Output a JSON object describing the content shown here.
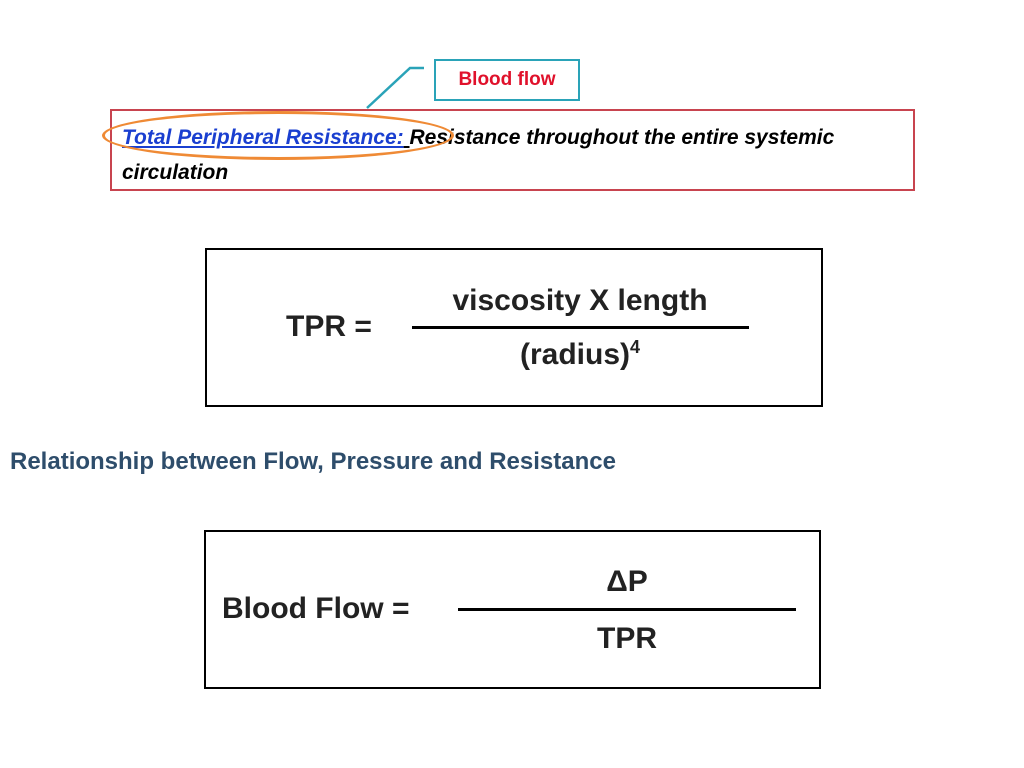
{
  "callout": {
    "label": "Blood flow"
  },
  "definition": {
    "term": "Total Peripheral Resistance:",
    "text": "Resistance throughout the entire systemic circulation"
  },
  "formula_tpr": {
    "lhs": "TPR =",
    "numerator": "viscosity X length",
    "denominator": "(radius)",
    "exponent": "4"
  },
  "heading": "Relationship between Flow, Pressure and Resistance",
  "formula_flow": {
    "lhs": "Blood Flow =",
    "numerator": "ΔP",
    "denominator": "TPR"
  },
  "colors": {
    "callout_border": "#2aa3b8",
    "callout_text": "#e0112b",
    "definition_border": "#c8444f",
    "term_text": "#1a3fd0",
    "highlight_ellipse": "#ef8a35",
    "heading_text": "#2e4d6b"
  }
}
